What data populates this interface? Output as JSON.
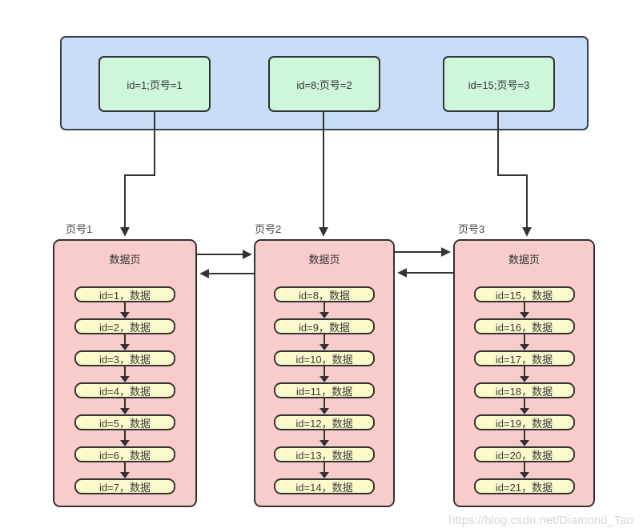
{
  "index_node": {
    "keys": [
      {
        "label": "id=1;页号=1"
      },
      {
        "label": "id=8;页号=2"
      },
      {
        "label": "id=15;页号=3"
      }
    ]
  },
  "pages": [
    {
      "label": "页号1",
      "title": "数据页",
      "items": [
        "id=1，数据",
        "id=2，数据",
        "id=3，数据",
        "id=4，数据",
        "id=5，数据",
        "id=6，数据",
        "id=7，数据"
      ]
    },
    {
      "label": "页号2",
      "title": "数据页",
      "items": [
        "id=8，数据",
        "id=9，数据",
        "id=10，数据",
        "id=11，数据",
        "id=12，数据",
        "id=13，数据",
        "id=14，数据"
      ]
    },
    {
      "label": "页号3",
      "title": "数据页",
      "items": [
        "id=15，数据",
        "id=16，数据",
        "id=17，数据",
        "id=18，数据",
        "id=19，数据",
        "id=20，数据",
        "id=21，数据"
      ]
    }
  ],
  "watermark": "https://blog.csdn.net/Diamond_Tao",
  "colors": {
    "index_container_fill": "#c9ddf7",
    "index_container_border": "#35414f",
    "key_box_fill": "#cdf6da",
    "page_fill": "#f9cccc",
    "record_fill": "#fbfacd",
    "outline": "#333333",
    "watermark_text": "#d6d6d6"
  }
}
